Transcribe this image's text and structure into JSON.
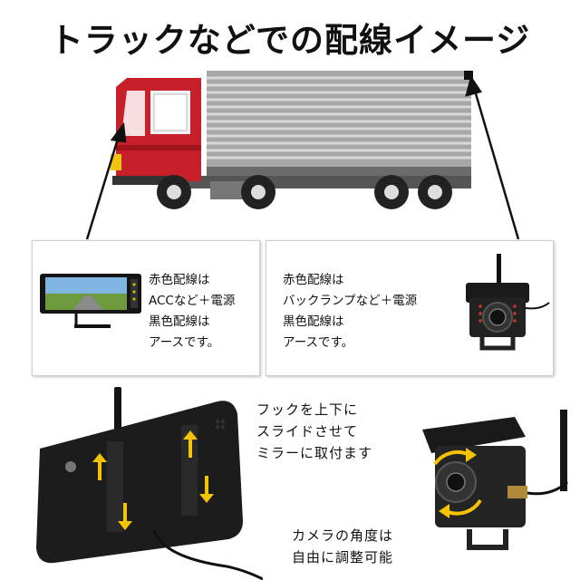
{
  "title": "トラックなどでの配線イメージ",
  "monitor_panel": {
    "lines": [
      "赤色配線は",
      "ACCなど＋電源",
      "黒色配線は",
      "アースです。"
    ]
  },
  "camera_panel": {
    "lines": [
      "赤色配線は",
      "バックランプなど＋電源",
      "黒色配線は",
      "アースです。"
    ]
  },
  "mirror_caption": {
    "lines": [
      "フックを上下に",
      "スライドさせて",
      "ミラーに取付ます"
    ]
  },
  "camera_caption": {
    "lines": [
      "カメラの角度は",
      "自由に調整可能"
    ]
  },
  "colors": {
    "truck_cab_red": "#c8202a",
    "trailer_gray": "#9a9a9a",
    "device_black": "#1c1c1c",
    "arrow_yellow": "#f5c400"
  }
}
